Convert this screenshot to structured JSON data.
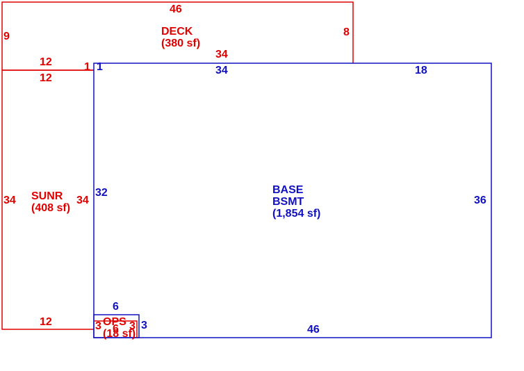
{
  "colors": {
    "red": "#e00000",
    "blue": "#1010c0",
    "background": "#ffffff"
  },
  "areas": {
    "deck": {
      "name": "DECK",
      "area": "(380 sf)",
      "color": "#e00000"
    },
    "sunr": {
      "name": "SUNR",
      "area": "(408 sf)",
      "color": "#e00000"
    },
    "base": {
      "name": "BASE",
      "name2": "BSMT",
      "area": "(1,854 sf)",
      "color": "#1010c0"
    },
    "ops": {
      "name": "OPS",
      "area": "(18 sf)",
      "color": "#e00000"
    }
  },
  "dimensions": {
    "deck_top": "46",
    "deck_left": "9",
    "deck_right": "8",
    "deck_bottom": "34",
    "deck_bottom_left": "12",
    "deck_step": "1",
    "sunr_top": "12",
    "sunr_left": "34",
    "sunr_right": "34",
    "sunr_bottom": "12",
    "base_corner": "1",
    "base_top_left": "34",
    "base_top_right": "18",
    "base_left": "32",
    "base_right": "36",
    "base_bottom": "46",
    "ops_top": "6",
    "ops_left": "3",
    "ops_right": "3",
    "ops_bottom": "6",
    "ops_outer": "3"
  }
}
